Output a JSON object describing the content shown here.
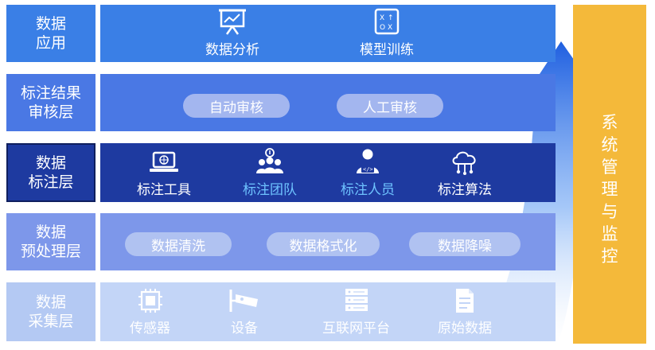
{
  "layers": [
    {
      "label_lines": [
        "数据",
        "应用"
      ],
      "items": [
        {
          "text": "数据分析",
          "icon": "presentation-board-icon"
        },
        {
          "text": "模型训练",
          "icon": "strategy-board-icon"
        }
      ]
    },
    {
      "label_lines": [
        "标注结果",
        "审核层"
      ],
      "pills": [
        "自动审核",
        "人工审核"
      ]
    },
    {
      "label_lines": [
        "数据",
        "标注层"
      ],
      "items": [
        {
          "text": "标注工具",
          "icon": "laptop-icon"
        },
        {
          "text": "标注团队",
          "icon": "team-icon"
        },
        {
          "text": "标注人员",
          "icon": "developer-icon"
        },
        {
          "text": "标注算法",
          "icon": "cloud-network-icon"
        }
      ]
    },
    {
      "label_lines": [
        "数据",
        "预处理层"
      ],
      "pills": [
        "数据清洗",
        "数据格式化",
        "数据降噪"
      ]
    },
    {
      "label_lines": [
        "数据",
        "采集层"
      ],
      "items": [
        {
          "text": "传感器",
          "icon": "chip-sensor-icon"
        },
        {
          "text": "设备",
          "icon": "camera-device-icon"
        },
        {
          "text": "互联网平台",
          "icon": "server-icon"
        },
        {
          "text": "原始数据",
          "icon": "document-icon"
        }
      ]
    }
  ],
  "side_panel": {
    "text": "系统管理与监控"
  },
  "colors": {
    "accent_orange": "#f4b93a",
    "arrow_blue": "#1f5fe0",
    "highlight_text": "#6ec3ff"
  }
}
